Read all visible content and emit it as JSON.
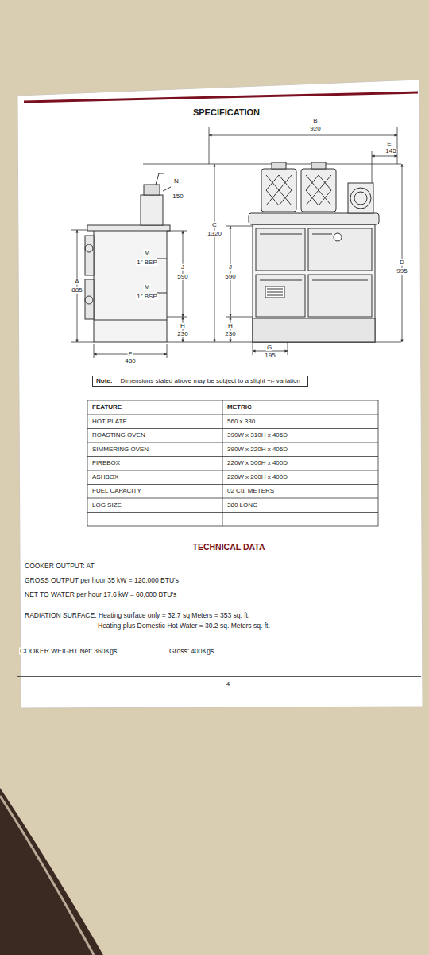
{
  "diagram": {
    "title": "SPECIFICATION",
    "nodes": [
      {
        "text": [
          "Note:",
          "Dimensions stated above may be subject to a slight +/- variation"
        ]
      }
    ],
    "labels": [
      "B",
      "920",
      "E",
      "145",
      "N",
      "150",
      "M",
      "1\" BSP",
      "J",
      "590",
      "C",
      "1320",
      "A",
      "885",
      "M",
      "1\" BSP",
      "H",
      "230",
      "F",
      "480",
      "J",
      "590",
      "H",
      "230",
      "G",
      "195",
      "D",
      "995",
      "FEATURE",
      "METRIC",
      "HOT PLATE",
      "560 x 330",
      "ROASTING OVEN",
      "390W x 310H x 406D",
      "SIMMERING OVEN",
      "390W x 220H x 406D",
      "FIREBOX",
      "220W x 500H x 400D",
      "ASHBOX",
      "220W x 200H x 400D",
      "FUEL CAPACITY",
      "02 Cu. METERS",
      "LOG SIZE",
      "380 LONG",
      "TECHNICAL DATA",
      "COOKER OUTPUT: AT",
      "GROSS OUTPUT per hour 35 kW = 120,000 BTU's",
      "NET TO WATER per hour 17.6 kW = 60,000 BTU's",
      "RADIATION SURFACE: Heating surface only = 32.7 sq Meters = 353 sq. ft.",
      "Heating plus Domestic Hot Water = 30.2 sq. Meters sq. ft.",
      "COOKER WEIGHT Net: 360Kgs",
      "Gross: 400Kgs",
      "4"
    ]
  }
}
